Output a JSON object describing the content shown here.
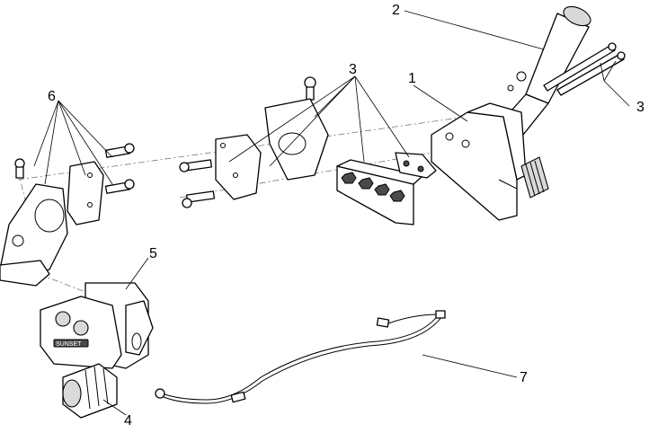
{
  "callouts": {
    "c1": "1",
    "c2": "2",
    "c3a": "3",
    "c3b": "3",
    "c4": "4",
    "c5": "5",
    "c6": "6",
    "c7": "7"
  },
  "logo_text": "SUNSET"
}
